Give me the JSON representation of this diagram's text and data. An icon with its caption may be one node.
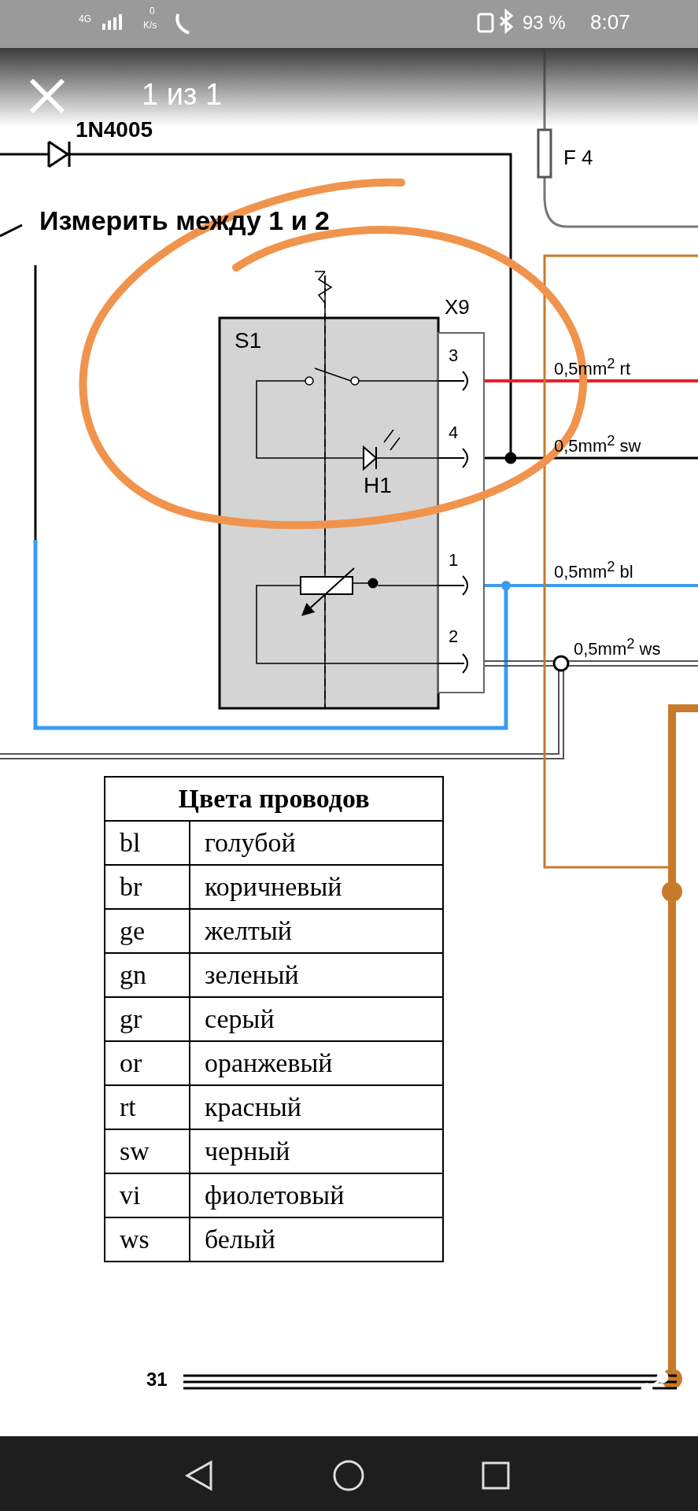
{
  "diagram": {
    "labels": [
      "4G",
      "0",
      "K/s",
      "93 %",
      "8:07",
      "1 из 1",
      "1N4005",
      "F 4",
      "Измерить между 1 и 2",
      "X9",
      "S1",
      "3",
      "0,5mm$^{2}$ rt",
      "4",
      "0,5mm$^{2}$ sw",
      "H1",
      "1",
      "0,5mm$^{2}$ bl",
      "2",
      "0,5mm$^{2}$ ws",
      "31",
      "Цвета проводов",
      "bl",
      "голубой",
      "br",
      "коричневый",
      "ge",
      "желтый",
      "gn",
      "зеленый",
      "gr",
      "серый",
      "or",
      "оранжевый",
      "rt",
      "красный",
      "sw",
      "черный",
      "vi",
      "фиолетовый",
      "ws",
      "белый"
    ]
  }
}
